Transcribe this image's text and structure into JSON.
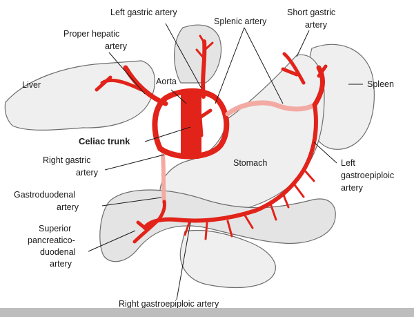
{
  "labels": {
    "left_gastric": "Left gastric artery",
    "splenic": "Splenic artery",
    "short_gastric_1": "Short gastric",
    "short_gastric_2": "artery",
    "proper_hepatic_1": "Proper hepatic",
    "proper_hepatic_2": "artery",
    "liver": "Liver",
    "aorta": "Aorta",
    "spleen": "Spleen",
    "celiac_trunk": "Celiac trunk",
    "right_gastric_1": "Right gastric",
    "right_gastric_2": "artery",
    "stomach": "Stomach",
    "left_gastroepiploic_1": "Left",
    "left_gastroepiploic_2": "gastroepiploic",
    "left_gastroepiploic_3": "artery",
    "gastroduodenal_1": "Gastroduodenal",
    "gastroduodenal_2": "artery",
    "sup_pancreatico_1": "Superior",
    "sup_pancreatico_2": "pancreatico-",
    "sup_pancreatico_3": "duodenal",
    "sup_pancreatico_4": "artery",
    "right_gastroepiploic": "Right gastroepiploic artery"
  },
  "colors": {
    "artery": "#e2231a",
    "aorta": "#e2231a",
    "organ_fill": "#efefef",
    "outline": "#6c6c6c"
  }
}
